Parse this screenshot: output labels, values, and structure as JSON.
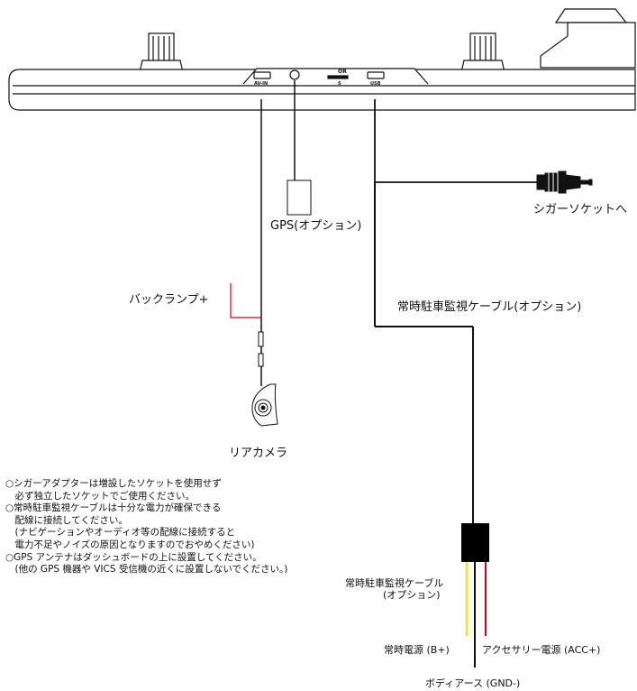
{
  "device": {
    "ports": {
      "av_in": "AV-IN",
      "or": "OR",
      "sd": "S",
      "usb": "USB"
    }
  },
  "labels": {
    "gps": "GPS(オプション)",
    "cigar_socket": "シガーソケットへ",
    "back_lamp": "バックランプ+",
    "parking_cable": "常時駐車監視ケーブル(オプション)",
    "rear_camera": "リアカメラ",
    "parking_cable_small_1": "常時駐車監視ケーブル",
    "parking_cable_small_2": "(オプション)",
    "constant_power": "常時電源 (B+)",
    "acc_power": "アクセサリー電源 (ACC+)",
    "body_ground": "ボディアース (GND-)"
  },
  "notes": [
    "○シガーアダプターは増設したソケットを使用せず",
    "　必ず独立したソケットでご使用ください。",
    "○常時駐車監視ケーブルは十分な電力が確保できる",
    "　配線に接続してください。",
    "　(ナビゲーションやオーディオ等の配線に接続すると",
    "　電力不足やノイズの原因となりますのでおやめください)",
    "○GPS アンテナはダッシュボードの上に設置してください。",
    "　(他の GPS 機器や VICS 受信機の近くに設置しないでください。)"
  ],
  "colors": {
    "line": "#111111",
    "red_wire": "#d9001b",
    "yellow_wire": "#f5e21b",
    "fuse_box": "#000000",
    "body_gray": "#f2f2f2"
  }
}
